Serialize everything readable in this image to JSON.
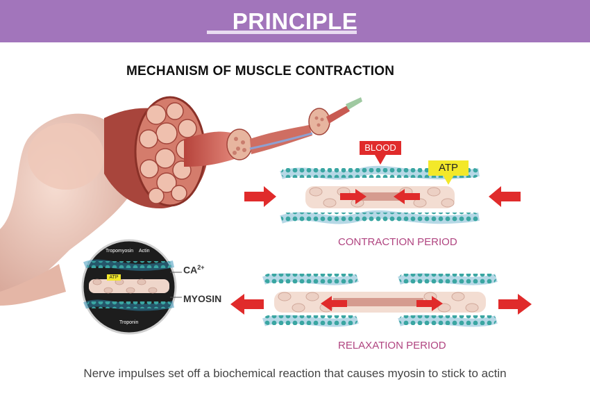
{
  "banner": {
    "title": "PRINCIPLE"
  },
  "heading": "MECHANISM OF MUSCLE CONTRACTION",
  "labels": {
    "blood": "BLOOD",
    "atp": "ATP",
    "contraction_period": "CONTRACTION PERIOD",
    "relaxation_period": "RELAXATION PERIOD",
    "ca": "CA",
    "ca_charge": "2+",
    "myosin": "MYOSIN"
  },
  "inset": {
    "tropomyosin": "Tropomyosin",
    "actin": "Actin",
    "atp": "ATP",
    "troponin": "Troponin"
  },
  "caption": "Nerve impulses set off a biochemical reaction that causes myosin to stick to actin",
  "colors": {
    "banner": "#a275bb",
    "arrow": "#e02b2b",
    "period_text": "#b04480",
    "actin_bead": "#3aa6a2",
    "muscle": "#c9605a"
  }
}
